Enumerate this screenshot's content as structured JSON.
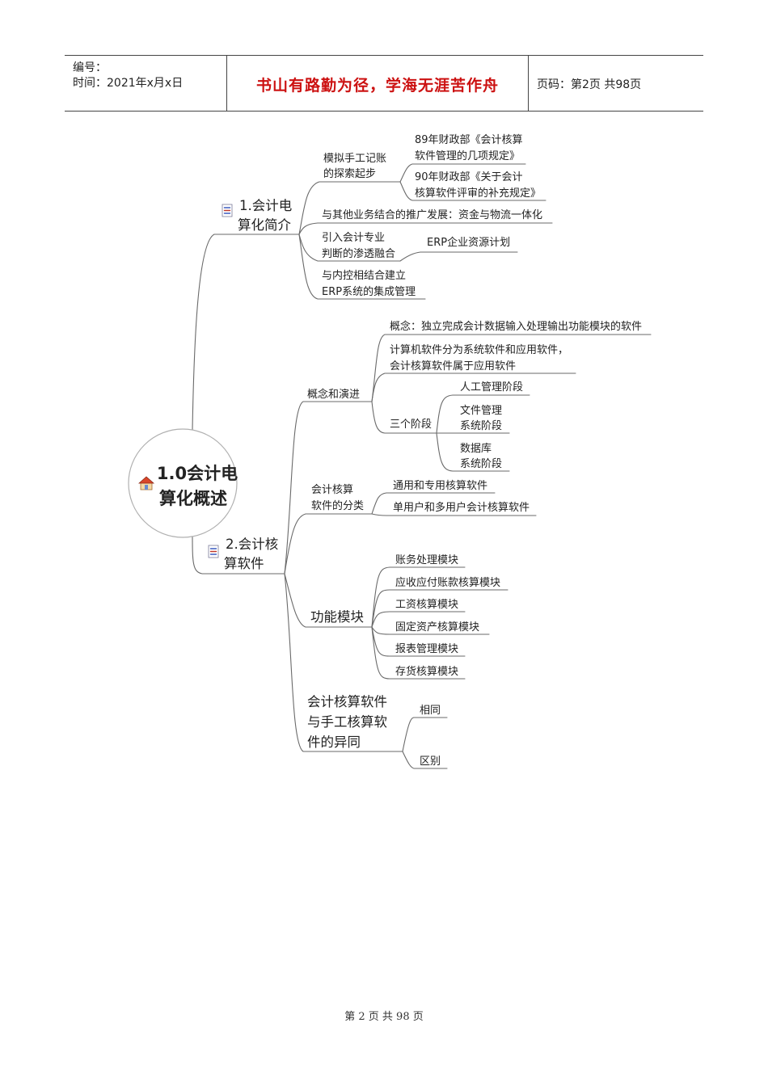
{
  "header": {
    "number_label": "编号：",
    "time_label": "时间：2021年x月x日",
    "motto": "书山有路勤为径，学海无涯苦作舟",
    "page_label": "页码：第2页  共98页"
  },
  "mindmap": {
    "root": [
      "1.0会计电",
      "算化概述"
    ],
    "b1": [
      "1.会计电",
      "算化简介"
    ],
    "b1_1": [
      "模拟手工记账",
      "的探索起步"
    ],
    "b1_1_1": [
      "89年财政部《会计核算",
      "软件管理的几项规定》"
    ],
    "b1_1_2": [
      "90年财政部《关于会计",
      "核算软件评审的补充规定》"
    ],
    "b1_2": "与其他业务结合的推广发展：资金与物流一体化",
    "b1_3": [
      "引入会计专业",
      "判断的渗透融合"
    ],
    "b1_3_1": "ERP企业资源计划",
    "b1_4": [
      "与内控相结合建立",
      "ERP系统的集成管理"
    ],
    "b2": [
      "2.会计核",
      "算软件"
    ],
    "b2_1": "概念和演进",
    "b2_1_1": "概念：独立完成会计数据输入处理输出功能模块的软件",
    "b2_1_2": [
      "计算机软件分为系统软件和应用软件，",
      "会计核算软件属于应用软件"
    ],
    "b2_1_3": "三个阶段",
    "b2_1_3_1": "人工管理阶段",
    "b2_1_3_2": [
      "文件管理",
      "系统阶段"
    ],
    "b2_1_3_3": [
      "数据库",
      "系统阶段"
    ],
    "b2_2": [
      "会计核算",
      "软件的分类"
    ],
    "b2_2_1": "通用和专用核算软件",
    "b2_2_2": "单用户和多用户会计核算软件",
    "b2_3": "功能模块",
    "b2_3_items": [
      "账务处理模块",
      "应收应付账款核算模块",
      "工资核算模块",
      "固定资产核算模块",
      "报表管理模块",
      "存货核算模块"
    ],
    "b2_4": [
      "会计核算软件",
      "与手工核算软",
      "件的异同"
    ],
    "b2_4_1": "相同",
    "b2_4_2": "区别"
  },
  "footer": "第 2 页 共 98 页",
  "colors": {
    "motto": "#cc1111",
    "lines": "#6a6a6a"
  },
  "icons": [
    "home-icon",
    "list-icon"
  ]
}
